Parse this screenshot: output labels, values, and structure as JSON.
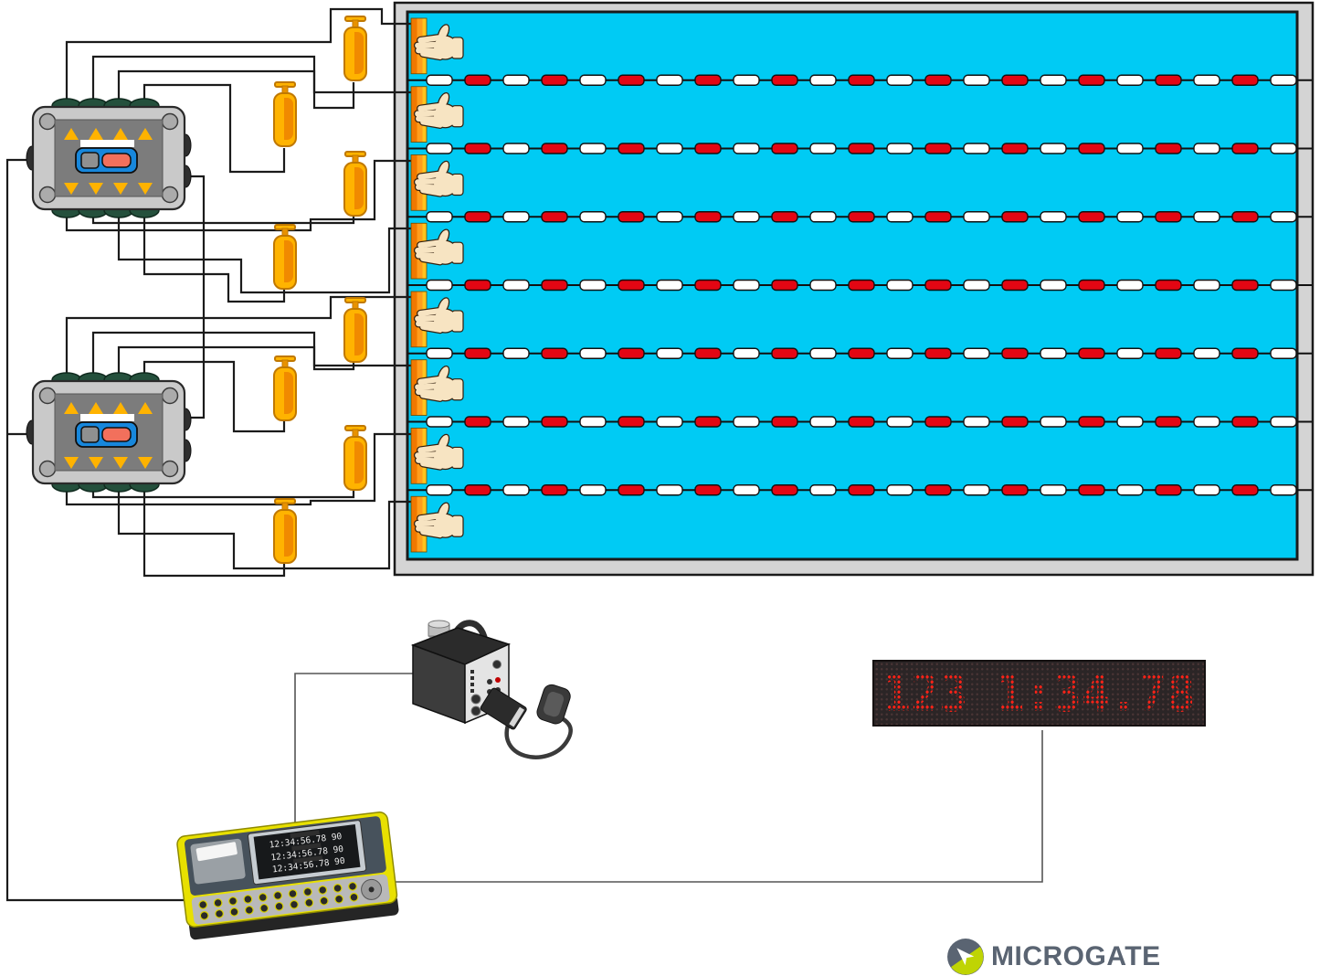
{
  "diagram_type": "swimming-pool-timing-system",
  "pool": {
    "lanes": 8,
    "water_color": "#00CBF4",
    "deck_color": "#D4D4D4",
    "lane_rope": {
      "line_color": "#111111",
      "float_colors": [
        "#FFFFFF",
        "#E30613"
      ],
      "floats_per_rope": 23
    },
    "touchpad": {
      "count": 8,
      "stripe_colors": [
        "#F07800",
        "#FF9D1C",
        "#FFC41E"
      ]
    },
    "hand": {
      "fill": "#F7E4C2",
      "outline": "#33200F"
    }
  },
  "junction_boxes": {
    "count": 2,
    "body_color": "#C9C9C9",
    "panel_color": "#7C7C7C",
    "screw_color": "#ABABAB",
    "triangle_color": "#FFB300",
    "connector_color": "#24503C",
    "switch": {
      "base": "#1787DC",
      "left_button": "#909090",
      "right_button": "#F2705C"
    }
  },
  "pushbuttons": {
    "count": 8,
    "body_color": "#FFB300",
    "shade_color": "#F08A00",
    "stroke_color": "#C07800"
  },
  "wires": {
    "main_color": "#1B1B1B",
    "peripheral_color": "#555555"
  },
  "start_unit": {
    "body_dark": "#3C3C3C",
    "panel_light": "#E4E4E4",
    "indicator_red": "#C00000"
  },
  "led_display": {
    "text": "123 1:34.78",
    "digit_color": "#FF2217",
    "board_color": "#2B2526"
  },
  "console": {
    "body_color": "#E8E000",
    "panel_color": "#47525C",
    "key_area_color": "#B9B9B9",
    "screen_lines": [
      "12:34:56.78 90",
      "12:34:56.78 90",
      "12:34:56.78 90"
    ]
  },
  "logo": {
    "text": "MICROGATE",
    "text_color": "#5A6472",
    "mark_dark": "#5A6472",
    "mark_lime": "#BFD404",
    "arrow_color": "#FFFFFF"
  }
}
